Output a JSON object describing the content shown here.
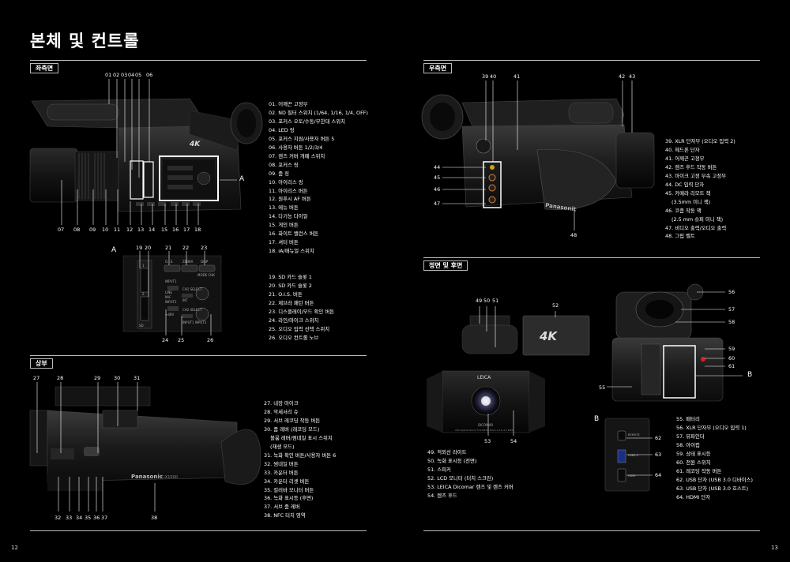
{
  "title": "본체 및 컨트롤",
  "page_left": "12",
  "page_right": "13",
  "sections": {
    "left_side": "좌측면",
    "top": "상부",
    "right_side": "우측면",
    "front_rear": "정면 및 후면"
  },
  "callouts": {
    "A": "A",
    "B": "B",
    "left_top": [
      "01",
      "02",
      "03",
      "04",
      "05",
      "06"
    ],
    "left_bottom": [
      "07",
      "08",
      "09",
      "10",
      "11",
      "12",
      "13",
      "14",
      "15",
      "16",
      "17",
      "18"
    ],
    "panelA_top": [
      "19",
      "20",
      "21",
      "22",
      "23"
    ],
    "panelA_bottom": [
      "24",
      "25",
      "26"
    ],
    "top_top": [
      "27",
      "28",
      "29",
      "30",
      "31"
    ],
    "top_bottom": [
      "32",
      "33",
      "34",
      "35",
      "36",
      "37",
      "38"
    ],
    "right_top": [
      "39",
      "40",
      "41",
      "42",
      "43"
    ],
    "right_side": [
      "44",
      "45",
      "46",
      "47"
    ],
    "right_bottom": [
      "48"
    ],
    "front_top": [
      "49",
      "50",
      "51",
      "52"
    ],
    "front_bottom": [
      "53",
      "54"
    ],
    "rear_right": [
      "56",
      "57",
      "58",
      "59",
      "60",
      "61"
    ],
    "rear_left": [
      "55"
    ],
    "panelB": [
      "62",
      "63",
      "64"
    ]
  },
  "panel_A_labels": {
    "ois": "O.I.S.",
    "zebra": "ZEBRA",
    "disp": "DISP",
    "mode_chk": "MODE CHK",
    "input1": "INPUT1",
    "input2": "INPUT2",
    "ch1": "CH1 SELECT",
    "ch2": "CH2 SELECT",
    "int": "INT",
    "input12": "INPUT1 INPUT2",
    "line": "LINE",
    "mic": "MIC",
    "plus48": "+48V",
    "slot1": "1",
    "slot2": "2",
    "sd": "SD"
  },
  "panel_B_labels": {
    "remote": "REMOTE",
    "usb": "USB3.0",
    "hdmi": "HDMI"
  },
  "camera_marks": {
    "brand": "Panasonic",
    "model": "HC-X1000",
    "k4": "4K",
    "leica": "LEICA",
    "dicomar": "DICOMAR",
    "lens_text": "20x Optical Zoom  f=4.08-81.6mm 1:2.8-4.5 Ø49"
  },
  "lists": {
    "left": [
      "01. 어깨끈 고정부",
      "02. ND 필터 스위치 (1/64, 1/16, 1/4, OFF)",
      "03. 포커스 오토/수동/무한대 스위치",
      "04. LED 링",
      "05. 포커스 지원/사용자 버튼 5",
      "06. 사용자 버튼 1/2/3/4",
      "07. 렌즈 커버 개폐 스위치",
      "08. 포커스 링",
      "09. 줌 링",
      "10. 아이리스 링",
      "11. 아이리스 버튼",
      "12. 원푸시 AF 버튼",
      "13. 메뉴 버튼",
      "14. 다기능 다이얼",
      "15. 게인 버튼",
      "16. 화이트 밸런스 버튼",
      "17. 셔터 버튼",
      "18. iA/매뉴얼 스위치"
    ],
    "panelA": [
      "19. SD 카드 슬롯 1",
      "20. SD 카드 슬롯 2",
      "21. O.I.S. 버튼",
      "22. 제브라 패턴 버튼",
      "23. 디스플레이/모드 확인 버튼",
      "24. 라인/마이크 스위치",
      "25. 오디오 입력 선택 스위치",
      "26. 오디오 컨트롤 노브"
    ],
    "top": [
      {
        "text": "27. 내장 마이크",
        "indent": false
      },
      {
        "text": "28. 악세서리 슈",
        "indent": false
      },
      {
        "text": "29. 서브 레코딩 작동 버튼",
        "indent": false
      },
      {
        "text": "30. 줌 레버 (레코딩 모드)",
        "indent": false
      },
      {
        "text": "볼륨 레버/썸네일 표시 스위치",
        "indent": true
      },
      {
        "text": "(재생 모드)",
        "indent": true
      },
      {
        "text": "31. 녹화 확인 버튼/사용자 버튼 6",
        "indent": false
      },
      {
        "text": "32. 썸네일 버튼",
        "indent": false
      },
      {
        "text": "33. 카운터 버튼",
        "indent": false
      },
      {
        "text": "34. 카운터 리셋 버튼",
        "indent": false
      },
      {
        "text": "35. 컬러바 모니터 버튼",
        "indent": false
      },
      {
        "text": "36. 녹화 표시등 (후면)",
        "indent": false
      },
      {
        "text": "37. 서브 줌 레버",
        "indent": false
      },
      {
        "text": "38. NFC 터치 영역",
        "indent": false
      }
    ],
    "right": [
      {
        "text": "39. XLR 단자부 (오디오 입력 2)",
        "indent": false
      },
      {
        "text": "40. 헤드폰 단자",
        "indent": false
      },
      {
        "text": "41. 어깨끈 고정부",
        "indent": false
      },
      {
        "text": "42. 렌즈 후드 작동 버튼",
        "indent": false
      },
      {
        "text": "43. 마이크 고정 부속 고정부",
        "indent": false
      },
      {
        "text": "44. DC 입력 단자",
        "indent": false
      },
      {
        "text": "45. 카메라 리모트 잭",
        "indent": false
      },
      {
        "text": "(3.5mm 미니 잭)",
        "indent": true
      },
      {
        "text": "46. 코좀 작동 잭",
        "indent": false
      },
      {
        "text": "(2.5 mm 슈퍼 미니 잭)",
        "indent": true
      },
      {
        "text": "47. 비디오 출력/오디오 출력",
        "indent": false
      },
      {
        "text": "48. 그립 벨트",
        "indent": false
      }
    ],
    "front": [
      "49. 적외선 라이트",
      "50. 녹화 표시등 (전면)",
      "51. 스피커",
      "52. LCD 모니터 (터치 스크린)",
      "53. LEICA Dicomar 렌즈 및 렌즈 커버",
      "54. 렌즈 후드"
    ],
    "rear": [
      "55. 배터리",
      "56. XLR 단자부 (오디오 입력 1)",
      "57. 뷰파인더",
      "58. 아이컵",
      "59. 상태 표시등",
      "60. 전원 스위치",
      "61. 레코딩 작동 버튼",
      "62. USB 단자 (USB 3.0 디바이스)",
      "63. USB 단자 (USB 3.0 호스트)",
      "64. HDMI 단자"
    ]
  }
}
